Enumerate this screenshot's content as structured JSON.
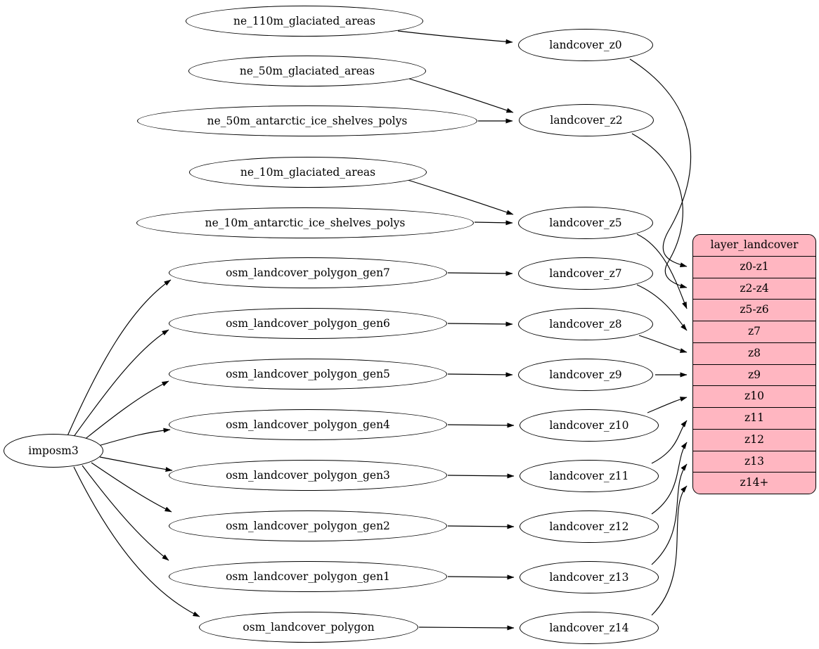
{
  "diagram": {
    "kind": "graphviz-dependency-graph",
    "background_color": "#ffffff",
    "edge_color": "#000000",
    "node_fill": "#ffffff",
    "node_stroke": "#000000",
    "nodes": [
      {
        "id": "imposm3",
        "label": "imposm3"
      },
      {
        "id": "ne_110m_glaciated_areas",
        "label": "ne_110m_glaciated_areas"
      },
      {
        "id": "ne_50m_glaciated_areas",
        "label": "ne_50m_glaciated_areas"
      },
      {
        "id": "ne_50m_antarctic_ice_shelves_polys",
        "label": "ne_50m_antarctic_ice_shelves_polys"
      },
      {
        "id": "ne_10m_glaciated_areas",
        "label": "ne_10m_glaciated_areas"
      },
      {
        "id": "ne_10m_antarctic_ice_shelves_polys",
        "label": "ne_10m_antarctic_ice_shelves_polys"
      },
      {
        "id": "osm_landcover_polygon_gen7",
        "label": "osm_landcover_polygon_gen7"
      },
      {
        "id": "osm_landcover_polygon_gen6",
        "label": "osm_landcover_polygon_gen6"
      },
      {
        "id": "osm_landcover_polygon_gen5",
        "label": "osm_landcover_polygon_gen5"
      },
      {
        "id": "osm_landcover_polygon_gen4",
        "label": "osm_landcover_polygon_gen4"
      },
      {
        "id": "osm_landcover_polygon_gen3",
        "label": "osm_landcover_polygon_gen3"
      },
      {
        "id": "osm_landcover_polygon_gen2",
        "label": "osm_landcover_polygon_gen2"
      },
      {
        "id": "osm_landcover_polygon_gen1",
        "label": "osm_landcover_polygon_gen1"
      },
      {
        "id": "osm_landcover_polygon",
        "label": "osm_landcover_polygon"
      },
      {
        "id": "landcover_z0",
        "label": "landcover_z0"
      },
      {
        "id": "landcover_z2",
        "label": "landcover_z2"
      },
      {
        "id": "landcover_z5",
        "label": "landcover_z5"
      },
      {
        "id": "landcover_z7",
        "label": "landcover_z7"
      },
      {
        "id": "landcover_z8",
        "label": "landcover_z8"
      },
      {
        "id": "landcover_z9",
        "label": "landcover_z9"
      },
      {
        "id": "landcover_z10",
        "label": "landcover_z10"
      },
      {
        "id": "landcover_z11",
        "label": "landcover_z11"
      },
      {
        "id": "landcover_z12",
        "label": "landcover_z12"
      },
      {
        "id": "landcover_z13",
        "label": "landcover_z13"
      },
      {
        "id": "landcover_z14",
        "label": "landcover_z14"
      }
    ],
    "record": {
      "id": "layer_landcover",
      "title": "layer_landcover",
      "rows": [
        "z0-z1",
        "z2-z4",
        "z5-z6",
        "z7",
        "z8",
        "z9",
        "z10",
        "z11",
        "z12",
        "z13",
        "z14+"
      ],
      "fill": "#ffb6c1",
      "stroke": "#000000"
    },
    "edges": [
      {
        "from": "ne_110m_glaciated_areas",
        "to": "landcover_z0"
      },
      {
        "from": "ne_50m_glaciated_areas",
        "to": "landcover_z2"
      },
      {
        "from": "ne_50m_antarctic_ice_shelves_polys",
        "to": "landcover_z2"
      },
      {
        "from": "ne_10m_glaciated_areas",
        "to": "landcover_z5"
      },
      {
        "from": "ne_10m_antarctic_ice_shelves_polys",
        "to": "landcover_z5"
      },
      {
        "from": "imposm3",
        "to": "osm_landcover_polygon_gen7"
      },
      {
        "from": "imposm3",
        "to": "osm_landcover_polygon_gen6"
      },
      {
        "from": "imposm3",
        "to": "osm_landcover_polygon_gen5"
      },
      {
        "from": "imposm3",
        "to": "osm_landcover_polygon_gen4"
      },
      {
        "from": "imposm3",
        "to": "osm_landcover_polygon_gen3"
      },
      {
        "from": "imposm3",
        "to": "osm_landcover_polygon_gen2"
      },
      {
        "from": "imposm3",
        "to": "osm_landcover_polygon_gen1"
      },
      {
        "from": "imposm3",
        "to": "osm_landcover_polygon"
      },
      {
        "from": "osm_landcover_polygon_gen7",
        "to": "landcover_z7"
      },
      {
        "from": "osm_landcover_polygon_gen6",
        "to": "landcover_z8"
      },
      {
        "from": "osm_landcover_polygon_gen5",
        "to": "landcover_z9"
      },
      {
        "from": "osm_landcover_polygon_gen4",
        "to": "landcover_z10"
      },
      {
        "from": "osm_landcover_polygon_gen3",
        "to": "landcover_z11"
      },
      {
        "from": "osm_landcover_polygon_gen2",
        "to": "landcover_z12"
      },
      {
        "from": "osm_landcover_polygon_gen1",
        "to": "landcover_z13"
      },
      {
        "from": "osm_landcover_polygon",
        "to": "landcover_z14"
      },
      {
        "from": "landcover_z0",
        "to": "layer_landcover.z0-z1"
      },
      {
        "from": "landcover_z2",
        "to": "layer_landcover.z2-z4"
      },
      {
        "from": "landcover_z5",
        "to": "layer_landcover.z5-z6"
      },
      {
        "from": "landcover_z7",
        "to": "layer_landcover.z7"
      },
      {
        "from": "landcover_z8",
        "to": "layer_landcover.z8"
      },
      {
        "from": "landcover_z9",
        "to": "layer_landcover.z9"
      },
      {
        "from": "landcover_z10",
        "to": "layer_landcover.z10"
      },
      {
        "from": "landcover_z11",
        "to": "layer_landcover.z11"
      },
      {
        "from": "landcover_z12",
        "to": "layer_landcover.z12"
      },
      {
        "from": "landcover_z13",
        "to": "layer_landcover.z13"
      },
      {
        "from": "landcover_z14",
        "to": "layer_landcover.z14+"
      }
    ]
  }
}
